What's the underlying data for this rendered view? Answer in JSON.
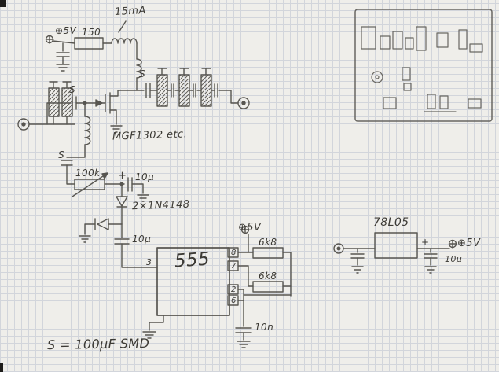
{
  "schematic": {
    "supply_top": "⊕5V",
    "current": "15mA",
    "r150": "150",
    "s_gate": "S",
    "s_drain": "S",
    "s_source": "S",
    "transistor": "MGF1302 etc.",
    "r100k": "100k",
    "plus_in": "+",
    "c10u_bias": "10μ",
    "diodes": "2×1N4148",
    "c10u_low": "10μ",
    "ic555": "555",
    "pins": {
      "p8": "8",
      "p7": "7",
      "p2": "2",
      "p6": "6",
      "p3": "3"
    },
    "supply_555": "⊕5V",
    "r6k8_top": "6k8",
    "r6k8_bottom": "6k8",
    "c10n": "10n",
    "note": "S = 100μF SMD",
    "regulator": "78L05",
    "supply_reg": "⊕5V",
    "plus_out": "+",
    "c_reg_out": "10μ"
  }
}
